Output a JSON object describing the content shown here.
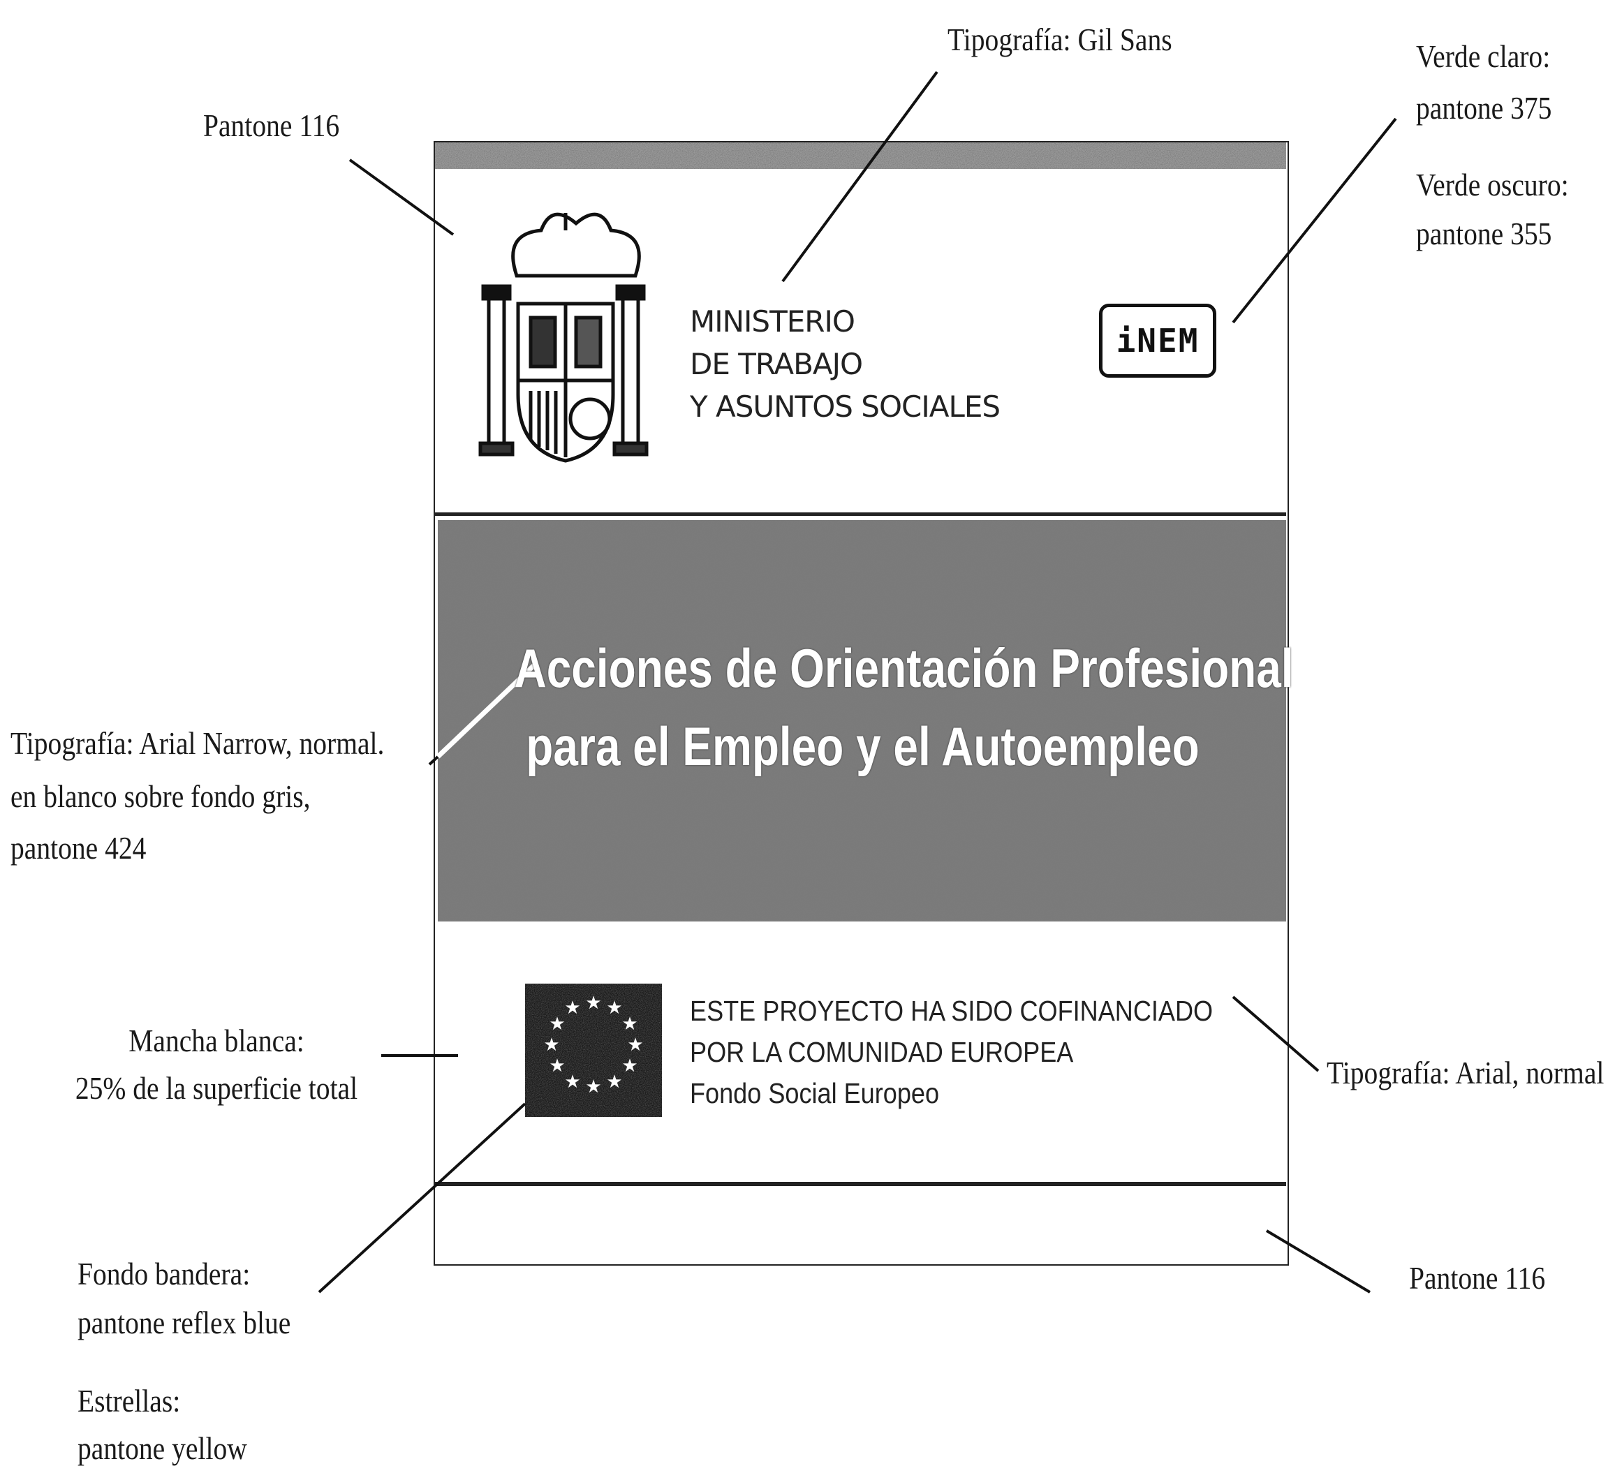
{
  "annotations": {
    "gil_sans": "Tipografía: Gil Sans",
    "pantone_116_top": "Pantone 116",
    "verde_claro_label": "Verde claro:",
    "verde_claro_value": "pantone 375",
    "verde_oscuro_label": "Verde oscuro:",
    "verde_oscuro_value": "pantone 355",
    "arial_narrow_lines": [
      "Tipografía: Arial Narrow, normal.",
      "en blanco sobre fondo gris,",
      "pantone 424"
    ],
    "mancha_lines": [
      "Mancha blanca:",
      "25% de la superficie total"
    ],
    "arial_normal": "Tipografía: Arial, normal",
    "pantone_116_bottom": "Pantone 116",
    "fondo_bandera_label": "Fondo bandera:",
    "fondo_bandera_value": "pantone reflex blue",
    "estrellas_label": "Estrellas:",
    "estrellas_value": "pantone yellow"
  },
  "panel": {
    "ministry_lines": [
      "MINISTERIO",
      "DE TRABAJO",
      "Y ASUNTOS SOCIALES"
    ],
    "inem_logo": "iNEM",
    "title_lines": [
      "Acciones de Orientación Profesional",
      "para el Empleo y el Autoempleo"
    ],
    "eu_lines": [
      "ESTE PROYECTO HA SIDO COFINANCIADO",
      "POR LA COMUNIDAD EUROPEA",
      "Fondo Social Europeo"
    ]
  },
  "colors": {
    "ink": "#111111",
    "grey_band": "#8a8a8a",
    "flag": "#1a1a1a"
  }
}
